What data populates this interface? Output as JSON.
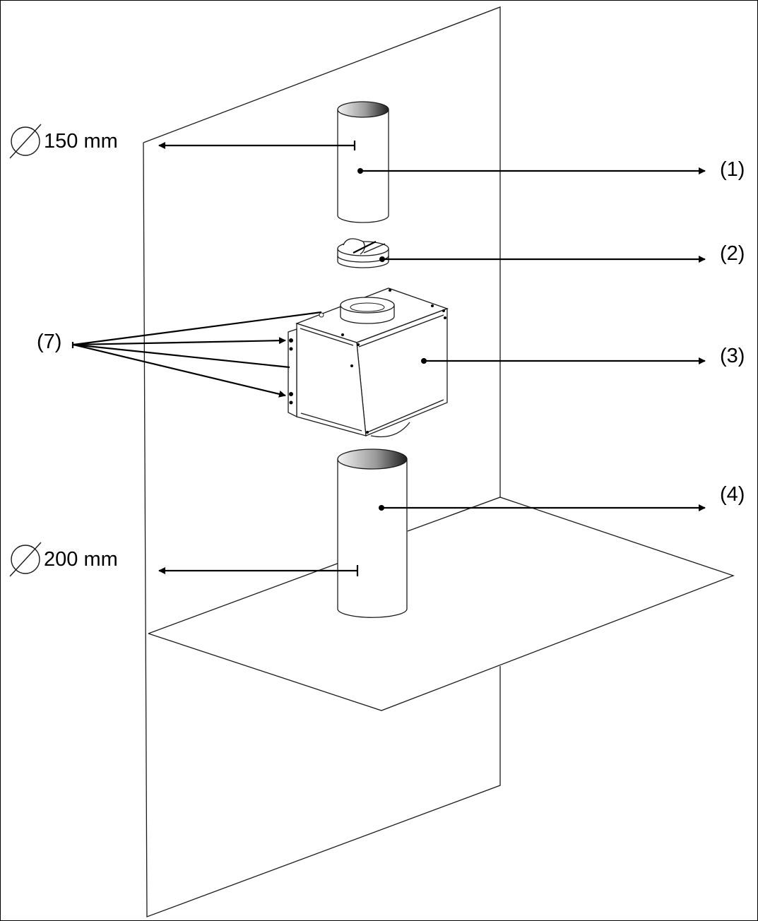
{
  "labels": {
    "part1": "(1)",
    "part2": "(2)",
    "part3": "(3)",
    "part4": "(4)",
    "part7": "(7)",
    "diameter_top": "150 mm",
    "diameter_bottom": "200 mm"
  },
  "colors": {
    "line": "#000000",
    "background": "#ffffff"
  }
}
